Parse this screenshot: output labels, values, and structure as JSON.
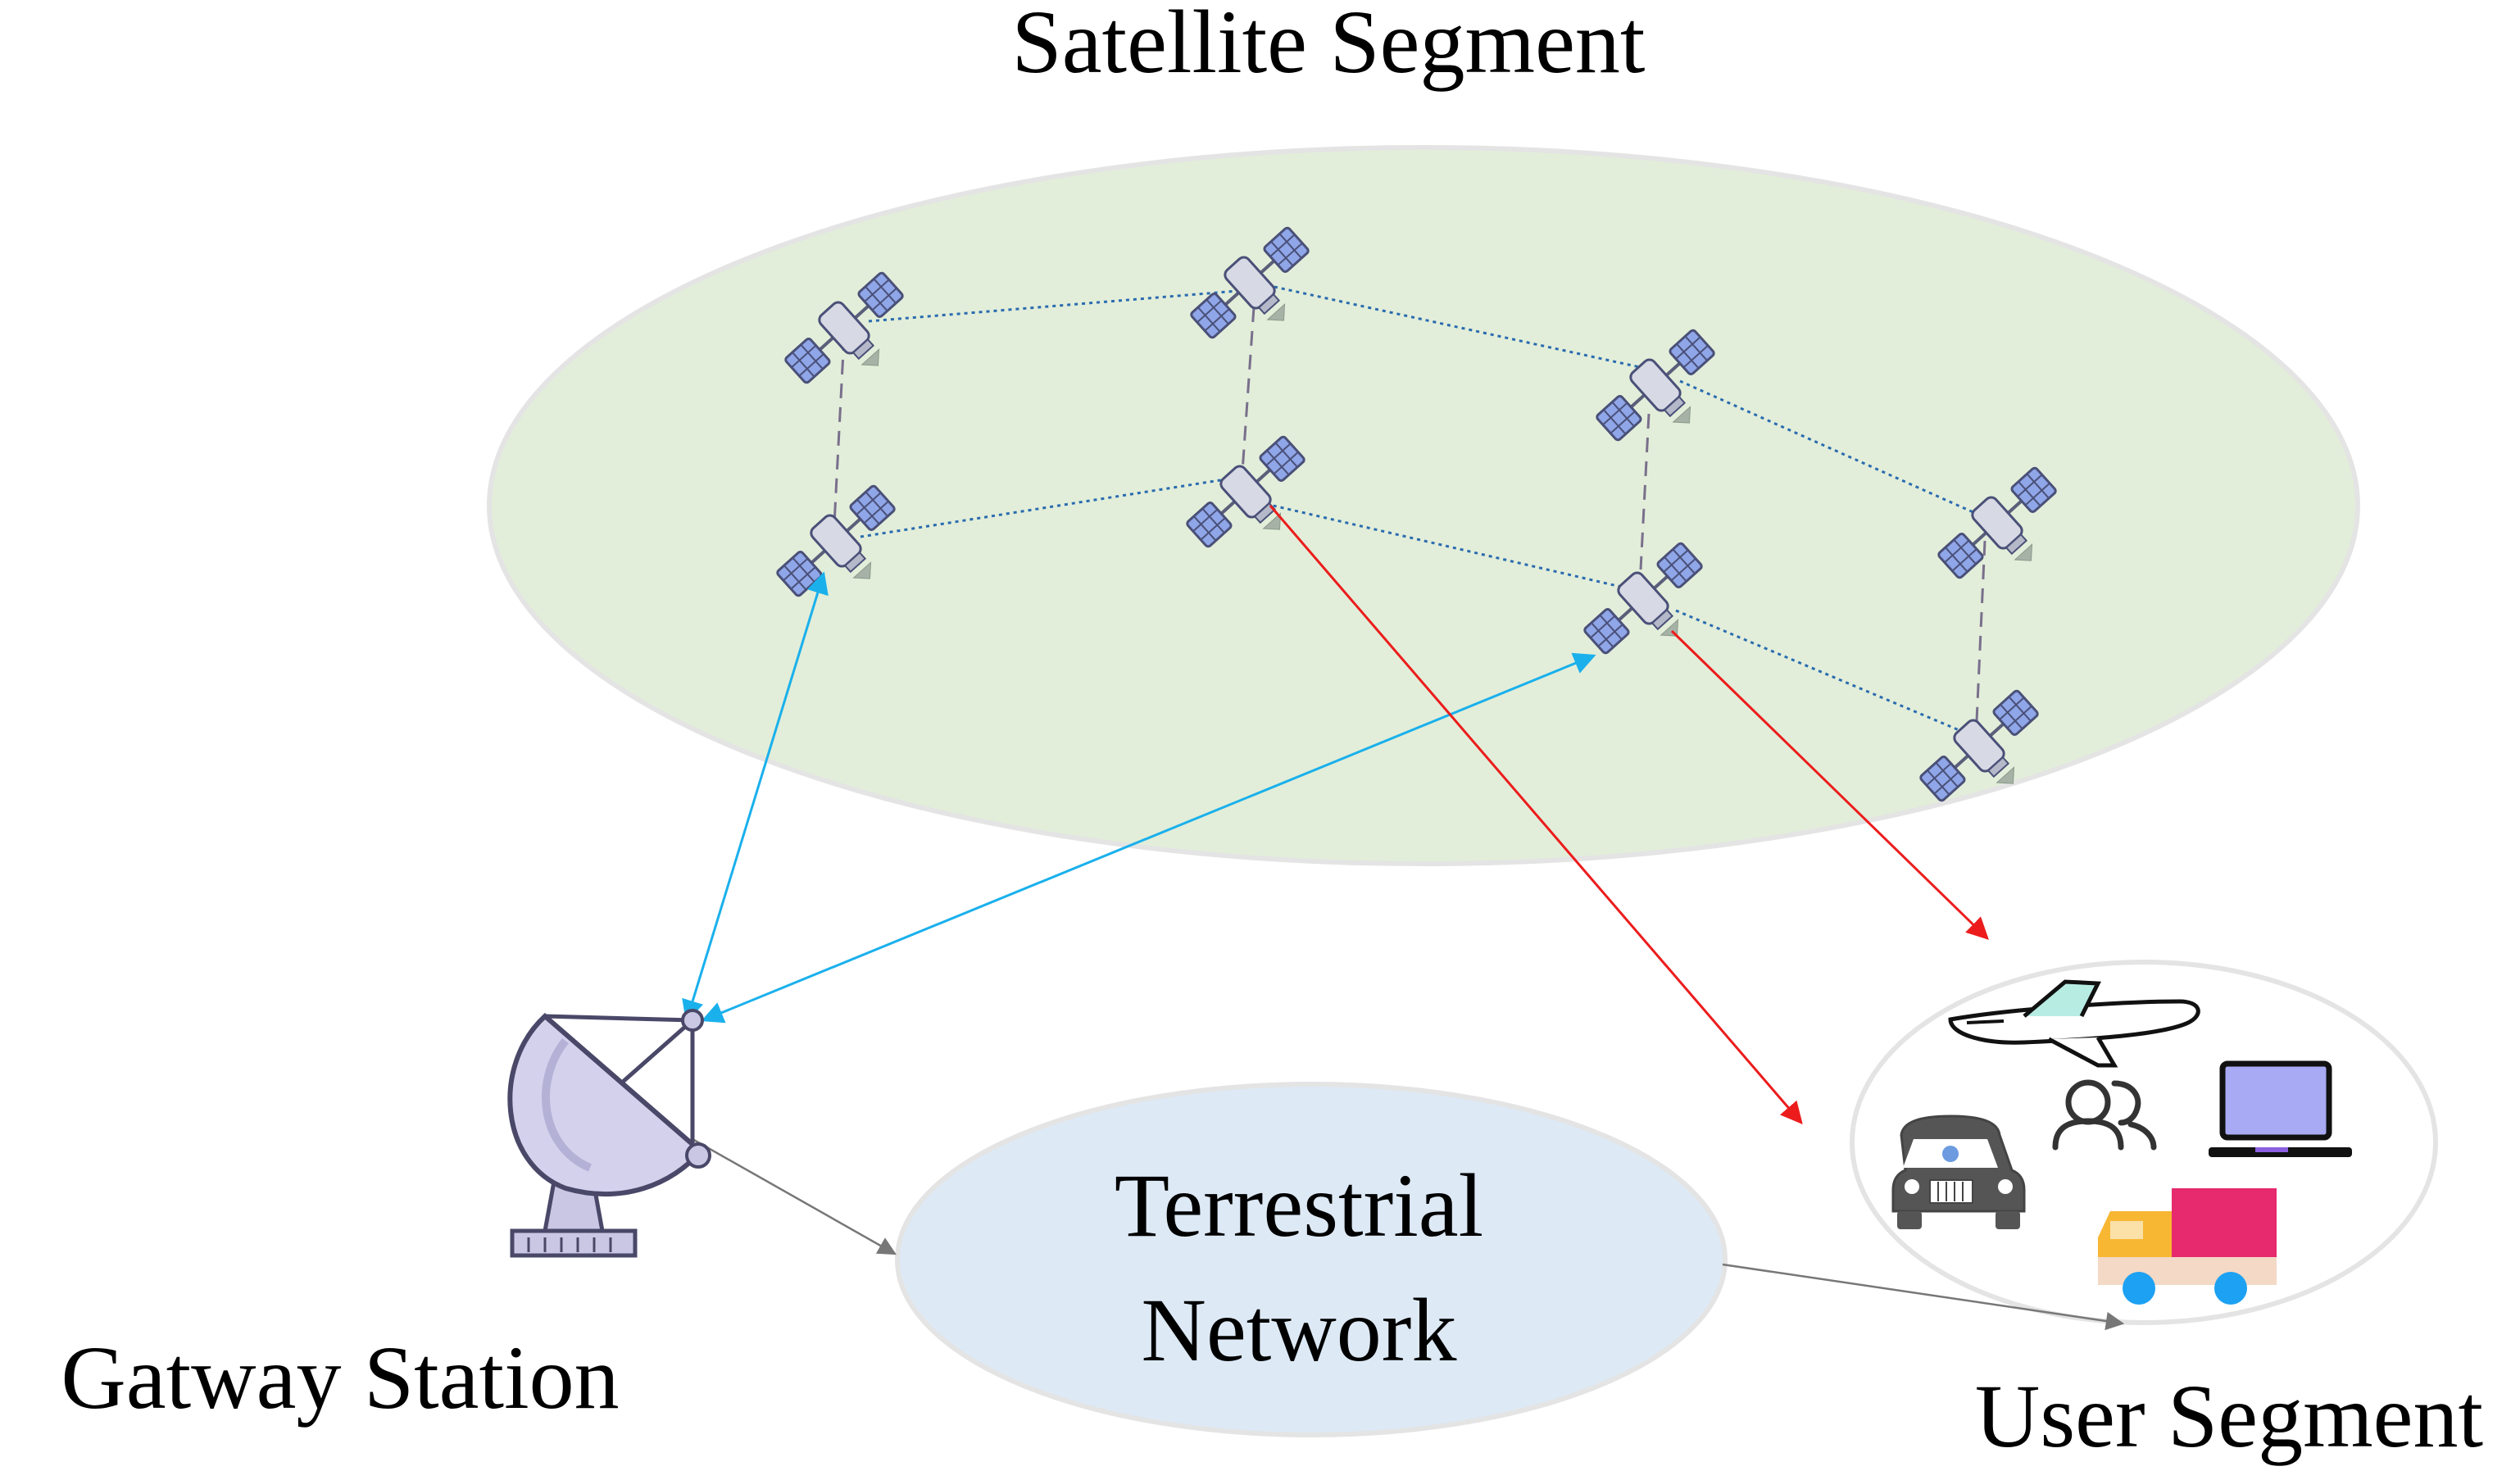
{
  "labels": {
    "satellite_segment": "Satellite Segment",
    "terrestrial_line1": "Terrestrial",
    "terrestrial_line2": "Network",
    "gateway_station": "Gatway Station",
    "user_segment": "User Segment"
  },
  "colors": {
    "satellite_region": "#e2eed9",
    "terrestrial_region": "#dde9f5",
    "user_region": "#ffffff",
    "region_border": "#e4e4e4",
    "feeder_link": "#1ab0ec",
    "user_link": "#ec1c1c",
    "ground_link": "#777777",
    "isl_intra_plane": "#7a6f8c",
    "isl_inter_plane": "#2a6bb0"
  },
  "icons": {
    "satellite": "satellite-icon",
    "gateway": "satellite-dish-icon",
    "airplane": "airplane-icon",
    "users": "users-icon",
    "laptop": "laptop-icon",
    "car": "car-icon",
    "truck": "truck-icon"
  }
}
